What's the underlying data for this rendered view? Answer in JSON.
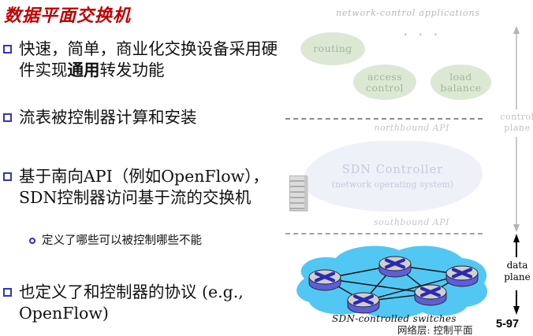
{
  "title": "数据平面交换机",
  "bullets": {
    "b1_pre": "快速，简单，商业化交换设备采用硬件实现",
    "b1_bold": "通用",
    "b1_post": "转发功能",
    "b2": "流表被控制器计算和安装",
    "b3": "基于南向API（例如OpenFlow），SDN控制器访问基于流的交换机",
    "b3_sub": "定义了哪些可以被控制哪些不能",
    "b4": "也定义了和控制器的协议 (e.g., OpenFlow)"
  },
  "diagram": {
    "apps_label": "network-control applications",
    "apps_dots": ". . .",
    "app_ellipses": [
      "routing",
      "access control",
      "load balance"
    ],
    "northbound_api": "northbound API",
    "controller_title": "SDN Controller",
    "controller_subtitle": "(network operating system)",
    "southbound_api": "southbound API",
    "switches_label": "SDN-controlled switches",
    "control_plane_label": "control plane",
    "data_plane_label": "data plane",
    "switch_count": 5,
    "link_count": 9
  },
  "footer": {
    "section": "网络层: 控制平面",
    "page": "5-97"
  },
  "colors": {
    "title_red": "#c00000",
    "bullet_blue": "#3434b8",
    "app_ellipse_green": "#dce8d4",
    "app_text_green": "#9fba97",
    "controller_cloud": "#eef1f8",
    "controller_text": "#c6cade",
    "network_cloud": "#53c7f3",
    "switch_purple": "#5d5dd8",
    "faded_label_gray": "#c6c6c6"
  }
}
